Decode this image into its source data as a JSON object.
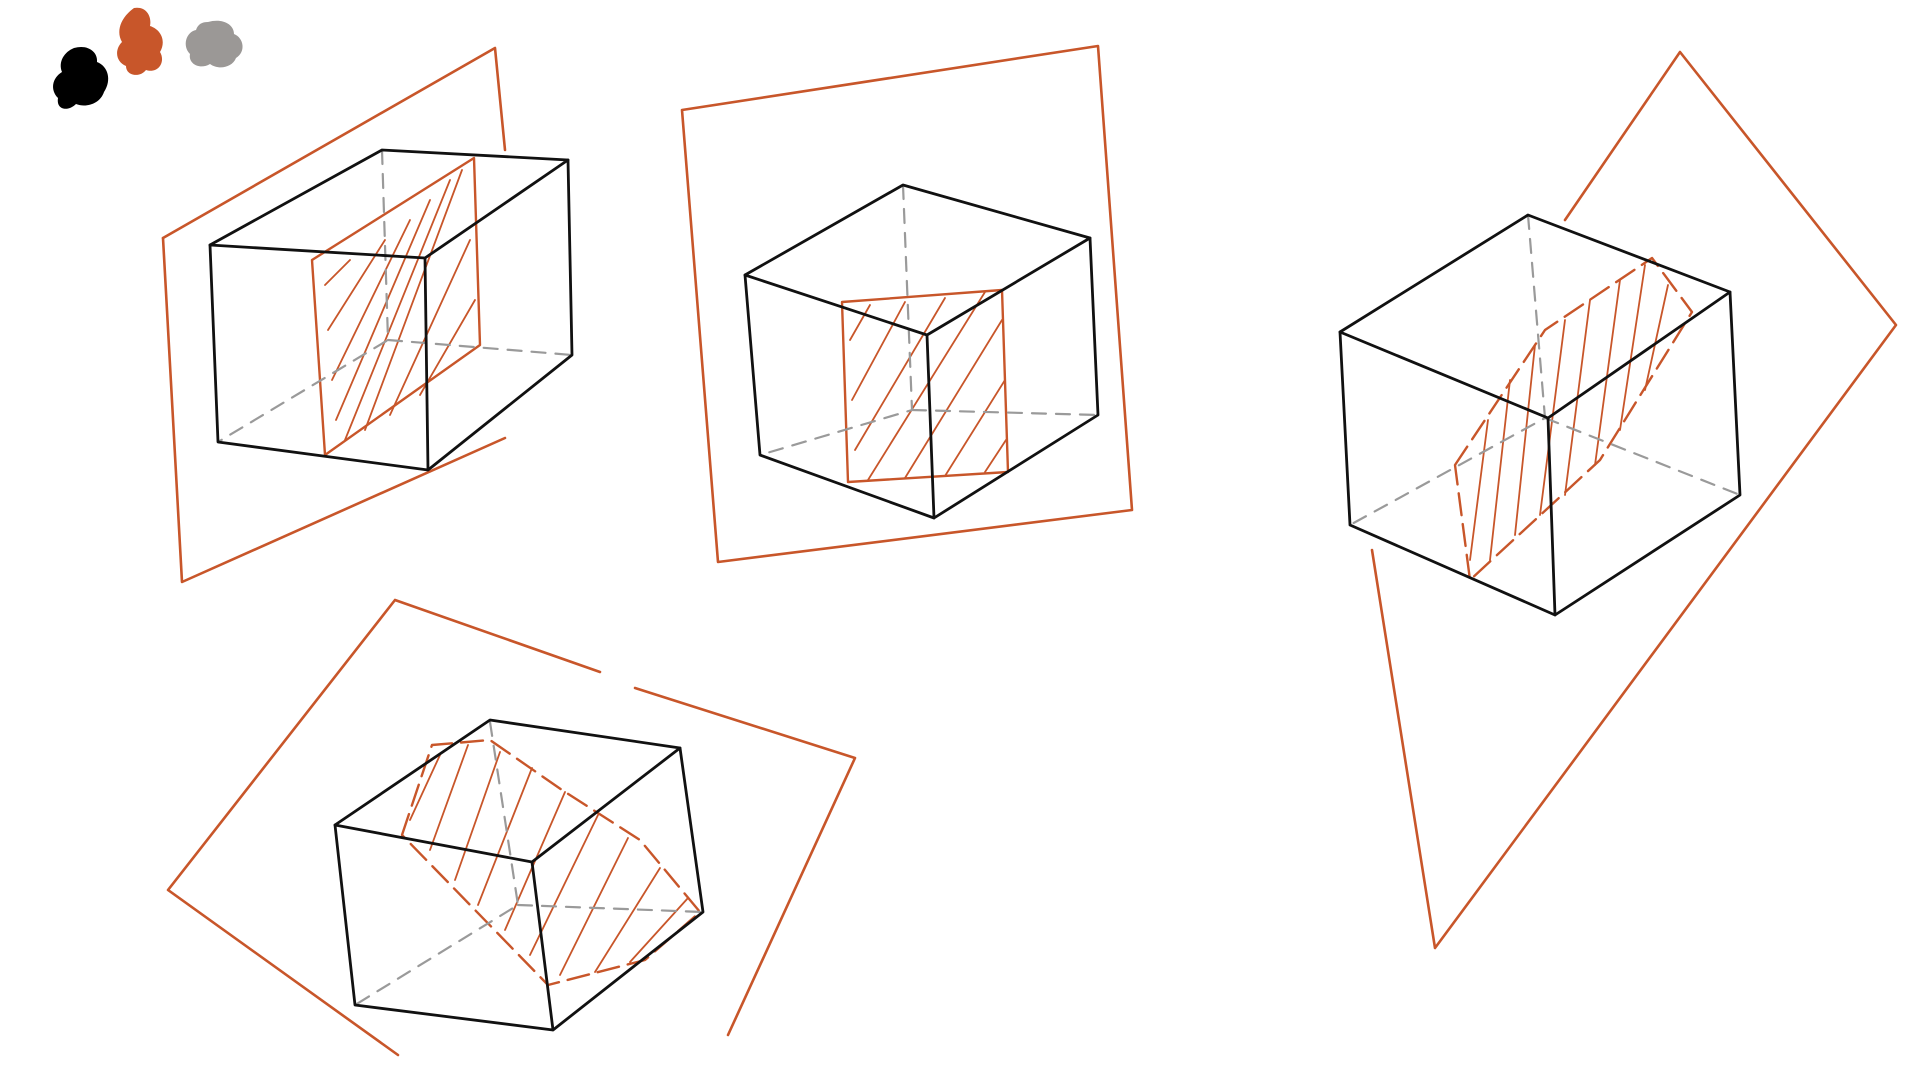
{
  "palette": {
    "swatches": [
      {
        "name": "black-swatch",
        "color": "#000000"
      },
      {
        "name": "orange-swatch",
        "color": "#c8562a"
      },
      {
        "name": "gray-swatch",
        "color": "#9b9896"
      }
    ]
  },
  "colors": {
    "cube_edge": "#111111",
    "hidden_edge": "#9a9a9a",
    "plane": "#c8562a",
    "section_hatch": "#c8562a"
  },
  "sketches": [
    {
      "name": "sketch-1",
      "description_visible": false
    },
    {
      "name": "sketch-2",
      "description_visible": false
    },
    {
      "name": "sketch-3",
      "description_visible": false
    },
    {
      "name": "sketch-4",
      "description_visible": false
    }
  ]
}
